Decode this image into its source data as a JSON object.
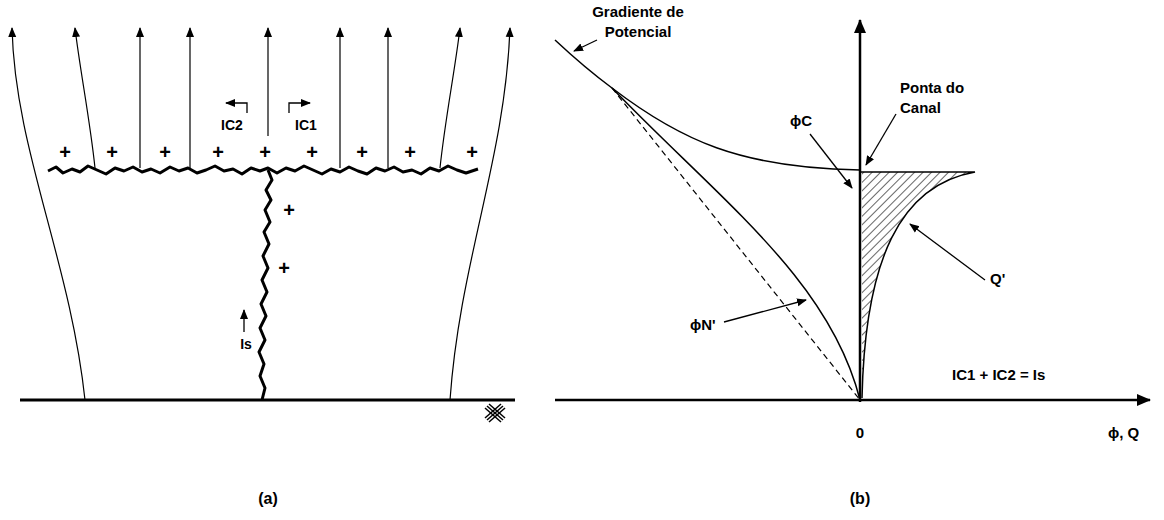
{
  "diagram": {
    "labels": [
      "IC2",
      "IC1",
      "+",
      "+",
      "+",
      "+",
      "+",
      "+",
      "+",
      "+",
      "+",
      "+",
      "+",
      "Is",
      "(a)",
      "Gradiente de Potencial",
      "Ponta do Canal",
      "ϕC",
      "ϕN'",
      "Q'",
      "IC1 + IC2 = Is",
      "0",
      "ϕ, Q",
      "(b)"
    ]
  }
}
